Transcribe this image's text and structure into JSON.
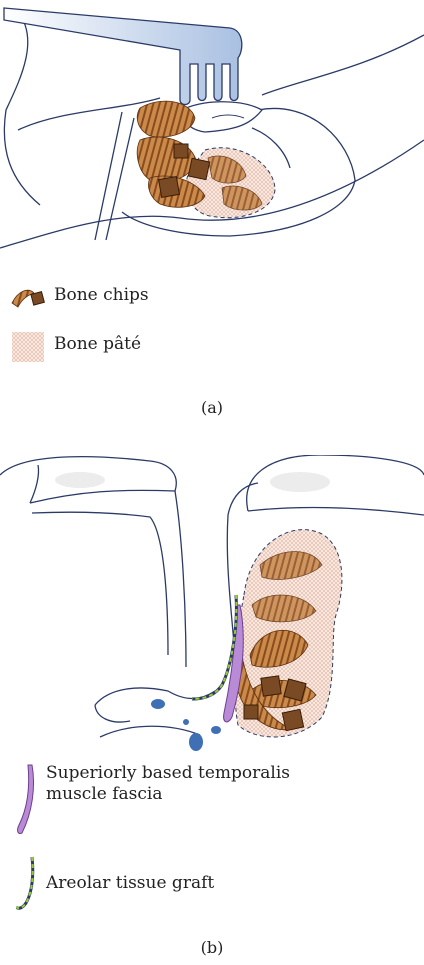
{
  "panel_a": {
    "legend": [
      {
        "icon": "bone-chips-icon",
        "label": "Bone chips"
      },
      {
        "icon": "bone-pate-icon",
        "label": "Bone pâté"
      }
    ],
    "caption": "(a)"
  },
  "panel_b": {
    "legend": [
      {
        "icon": "temporalis-fascia-icon",
        "label_line1": "Superiorly based temporalis",
        "label_line2": "muscle fascia"
      },
      {
        "icon": "areolar-graft-icon",
        "label": "Areolar tissue graft"
      }
    ],
    "caption": "(b)"
  },
  "colors": {
    "outline": "#2b3a67",
    "bone_chip": "#c98a4a",
    "bone_stripe": "#8a4b1e",
    "pate_fill": "#f3d9cc",
    "retractor": "#b8cbe6",
    "fascia": "#b98bd6",
    "areolar": "#9ac93a",
    "vessel": "#3f6fb5"
  }
}
